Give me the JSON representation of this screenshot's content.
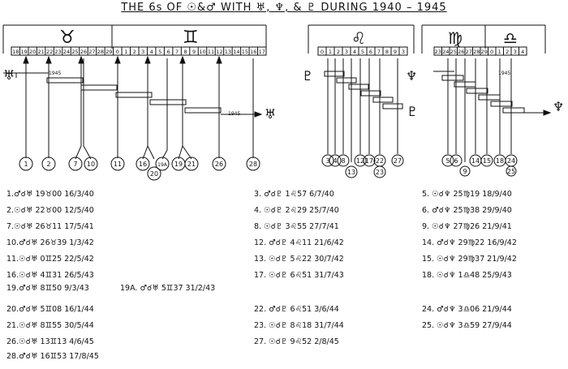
{
  "title": "THE 6s OF ☉&♂ WITH ♅, ♆, & ♇ DURING 1940 – 1945",
  "signs": {
    "taurus": "♉",
    "gemini": "♊",
    "leo": "♌",
    "virgo": "♍",
    "libra": "♎"
  },
  "planet_labels": {
    "uranus": "♅",
    "pluto": "♇",
    "neptune": "♆"
  },
  "years": [
    "1945",
    "1945",
    "1945"
  ],
  "degree_rows": {
    "taurus_gemini": [
      "18",
      "19",
      "20",
      "21",
      "22",
      "23",
      "24",
      "25",
      "26",
      "27",
      "28",
      "29",
      "0",
      "1",
      "2",
      "3",
      "4",
      "5",
      "6",
      "7",
      "8",
      "9",
      "10",
      "11",
      "12",
      "13",
      "14",
      "15",
      "16",
      "17"
    ],
    "leo": [
      "0",
      "1",
      "2",
      "3",
      "4",
      "5",
      "6",
      "7",
      "8",
      "9",
      "3"
    ],
    "virgo_libra": [
      "23",
      "24",
      "25",
      "26",
      "27",
      "28",
      "29",
      "0",
      "1",
      "2",
      "3",
      "4"
    ]
  },
  "circled_numbers": {
    "left": [
      "1",
      "2",
      "7",
      "10",
      "11",
      "16",
      "19A",
      "19",
      "21",
      "26",
      "28",
      "20"
    ],
    "middle": [
      "3",
      "4",
      "8",
      "12",
      "17",
      "22",
      "27",
      "13",
      "23"
    ],
    "right": [
      "5",
      "6",
      "14",
      "15",
      "18",
      "24",
      "9",
      "25"
    ]
  },
  "entries": {
    "col1": [
      "1.♂☌♅ 19♉00 16/3/40",
      "2.☉☌♅ 22♉00 12/5/40",
      "7.☉☌♅ 26♉11 17/5/41",
      "10.♂☌♅ 26♉39 1/3/42",
      "11.☉☌♅ 0♊25 22/5/42",
      "16.☉☌♅ 4♊31 26/5/43",
      "19.♂☌♅ 8♊50 9/3/43",
      "20.♂☌♅ 5♊08 16/1/44",
      "21.☉☌♅ 8♊55 30/5/44",
      "26.☉☌♅ 13♊13 4/6/45",
      "28.♂☌♅ 16♊53 17/8/45"
    ],
    "col1_extra": "19A. ♂☌♅ 5♊37 31/2/43",
    "col2": [
      "3. ♂☌♇ 1♌57 6/7/40",
      "4. ☉☌♇ 2♌29 25/7/40",
      "8. ☉☌♇ 3♌55 27/7/41",
      "12. ♂☌♇ 4♌11 21/6/42",
      "13. ☉☌♇ 5♌22 30/7/42",
      "17. ☉☌♇ 6♌51 31/7/43",
      "22. ♂☌♇ 6♌51 3/6/44",
      "23. ☉☌♇ 8♌18 31/7/44",
      "27. ☉☌♇ 9♌52 2/8/45"
    ],
    "col3": [
      "5. ☉☌♆ 25♍19 18/9/40",
      "6. ♂☌♆ 25♍38 29/9/40",
      "9. ☉☌♆ 27♍26 21/9/41",
      "14. ♂☌♆ 29♍22 16/9/42",
      "15. ☉☌♆ 29♍37 21/9/42",
      "18. ☉☌♆ 1♎48 25/9/43",
      "24. ♂☌♆ 3♎06 21/9/44",
      "25. ☉☌♆ 3♎59 27/9/44"
    ]
  }
}
